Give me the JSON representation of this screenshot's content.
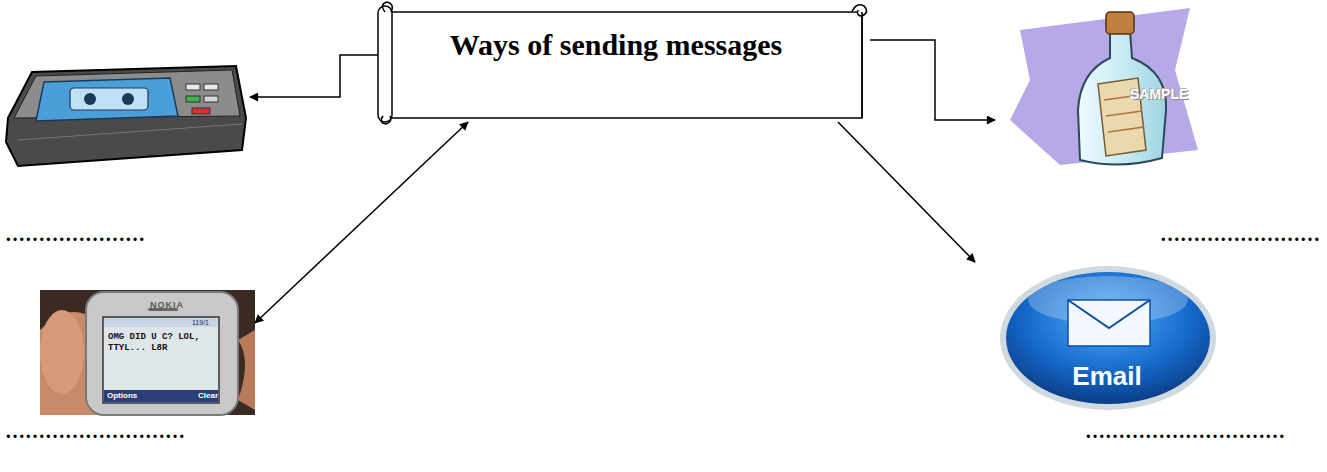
{
  "diagram": {
    "nodes": [
      {
        "text": [
          "Ways of sending messages"
        ]
      },
      {
        "text": [
          "…………………"
        ]
      },
      {
        "text": [
          "……………………"
        ]
      },
      {
        "text": [
          "NOKIA",
          "119/1",
          "OMG DID U C? LOL, TTYL... L8R",
          "Options",
          "Clear",
          "………………………"
        ]
      },
      {
        "text": [
          "Email",
          "…………………………"
        ]
      }
    ],
    "edges": [
      {
        "from": 0,
        "to": 1,
        "arrow": "to"
      },
      {
        "from": 0,
        "to": 2,
        "arrow": "to"
      },
      {
        "from": 0,
        "to": 3,
        "arrow": "both"
      },
      {
        "from": 0,
        "to": 4,
        "arrow": "to"
      }
    ],
    "labels": [
      "SAMPLE"
    ]
  }
}
